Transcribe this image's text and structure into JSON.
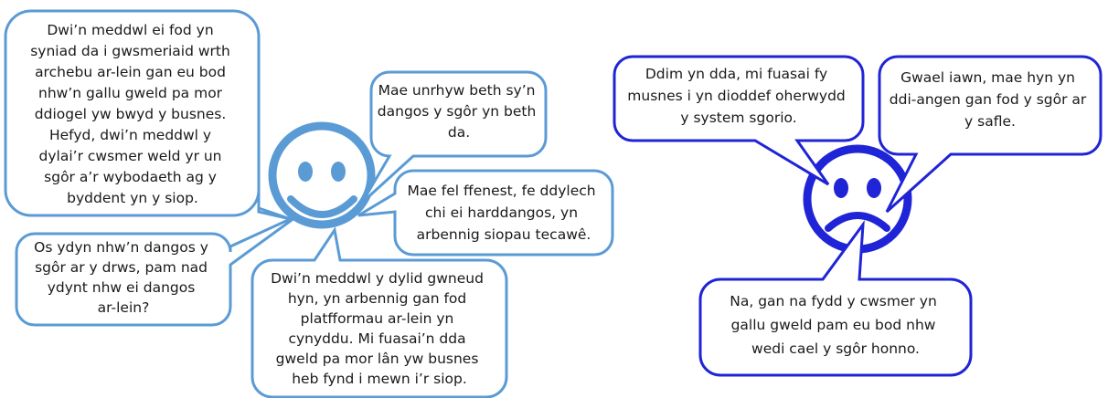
{
  "colors": {
    "positive": "#5b9bd5",
    "negative": "#1f24d6",
    "text": "#1a1a1a",
    "background": "#ffffff"
  },
  "icons": {
    "positive_face": "smiley-face-icon",
    "negative_face": "sad-face-icon"
  },
  "positive_group": {
    "bubbles": [
      {
        "id": "online-trust",
        "lines": [
          "Dwi’n meddwl ei fod yn",
          "syniad da i gwsmeriaid wrth",
          "archebu ar-lein gan eu bod",
          "nhw’n gallu gweld pa mor",
          "ddiogel yw bwyd y busnes.",
          "Hefyd, dwi’n meddwl y",
          "dylai’r cwsmer weld yr un",
          "sgôr a’r wybodaeth ag y",
          "byddent yn y siop."
        ]
      },
      {
        "id": "anything-shows",
        "lines": [
          "Mae unrhyw beth sy’n",
          "dangos y sgôr yn beth",
          "da."
        ]
      },
      {
        "id": "window",
        "lines": [
          "Mae fel ffenest, fe ddylech",
          "chi ei harddangos, yn",
          "arbennig siopau tecawê."
        ]
      },
      {
        "id": "door",
        "lines": [
          "Os ydyn nhw’n dangos y",
          "sgôr ar y drws, pam nad",
          "ydynt nhw ei dangos",
          "ar-lein?"
        ]
      },
      {
        "id": "platforms",
        "lines": [
          "Dwi’n meddwl y dylid gwneud",
          "hyn, yn arbennig gan fod",
          "platfformau ar-lein yn",
          "cynyddu. Mi fuasai’n dda",
          "gweld pa mor lân yw busnes",
          "heb fynd i mewn i’r siop."
        ]
      }
    ]
  },
  "negative_group": {
    "bubbles": [
      {
        "id": "business-suffer",
        "lines": [
          "Ddim yn dda, mi fuasai fy",
          "musnes i yn dioddef oherwydd",
          "y system sgorio."
        ]
      },
      {
        "id": "unnecessary",
        "lines": [
          "Gwael iawn, mae hyn yn",
          "ddi-angen gan fod y sgôr ar",
          "y safle."
        ]
      },
      {
        "id": "customer-cannot-see",
        "lines": [
          "Na, gan na fydd y cwsmer yn",
          "gallu gweld pam eu bod nhw",
          "wedi cael y sgôr honno."
        ]
      }
    ]
  }
}
